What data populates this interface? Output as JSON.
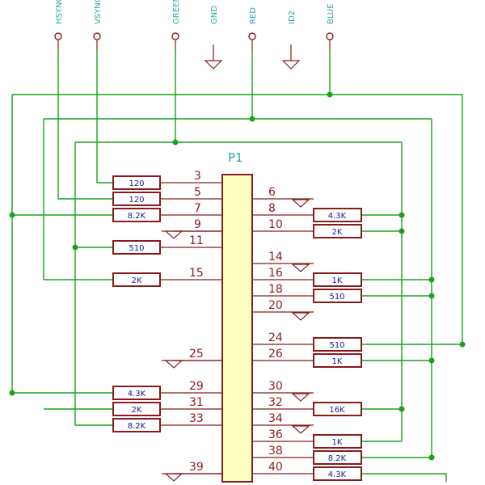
{
  "connector": {
    "ref": "P1",
    "pins_left": [
      {
        "num": "3",
        "res": "120"
      },
      {
        "num": "5",
        "res": "120"
      },
      {
        "num": "7",
        "res": "8.2K"
      },
      {
        "num": "9",
        "res": null
      },
      {
        "num": "11",
        "res": "510"
      },
      {
        "num": "15",
        "res": "2K"
      },
      {
        "num": "25",
        "res": null
      },
      {
        "num": "29",
        "res": "4.3K"
      },
      {
        "num": "31",
        "res": "2K"
      },
      {
        "num": "33",
        "res": "8.2K"
      },
      {
        "num": "39",
        "res": null
      }
    ],
    "pins_right": [
      {
        "num": "6",
        "res": null
      },
      {
        "num": "8",
        "res": "4.3K"
      },
      {
        "num": "10",
        "res": "2K"
      },
      {
        "num": "14",
        "res": null
      },
      {
        "num": "16",
        "res": "1K"
      },
      {
        "num": "18",
        "res": "510"
      },
      {
        "num": "20",
        "res": null
      },
      {
        "num": "24",
        "res": "510"
      },
      {
        "num": "26",
        "res": "1K"
      },
      {
        "num": "30",
        "res": null
      },
      {
        "num": "32",
        "res": "16K"
      },
      {
        "num": "34",
        "res": null
      },
      {
        "num": "36",
        "res": "1K"
      },
      {
        "num": "38",
        "res": "8.2K"
      },
      {
        "num": "40",
        "res": "4.3K"
      }
    ]
  },
  "nets": [
    "HSYNC",
    "VSYNC",
    "GREEN",
    "GND",
    "RED",
    "ID2",
    "BLUE"
  ],
  "colors": {
    "wire": "#1aa31a",
    "part": "#8b1a1a",
    "text": "#2aa5a5",
    "value": "#1a1a8b",
    "body": "#ffffc2"
  }
}
